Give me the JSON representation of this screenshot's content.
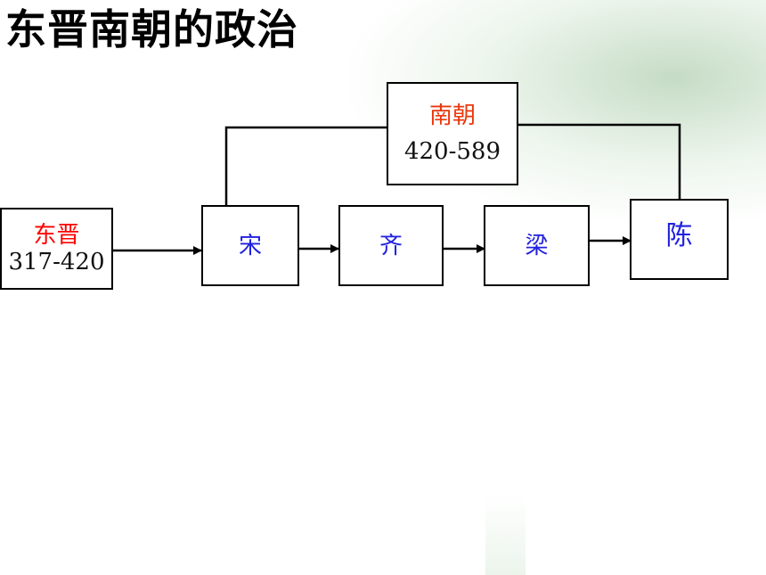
{
  "title": "东晋南朝的政治",
  "nodes": {
    "dongjin": {
      "name": "东晋",
      "years": "317-420"
    },
    "nanchao": {
      "name": "南朝",
      "years": "420-589"
    },
    "song": {
      "name": "宋"
    },
    "qi": {
      "name": "齐"
    },
    "liang": {
      "name": "梁"
    },
    "chen": {
      "name": "陈"
    }
  },
  "colors": {
    "dongjin_name": "#ff0000",
    "nanchao_name": "#e8380d",
    "dynasty_names": "#2020e0",
    "lines": "#000000"
  }
}
